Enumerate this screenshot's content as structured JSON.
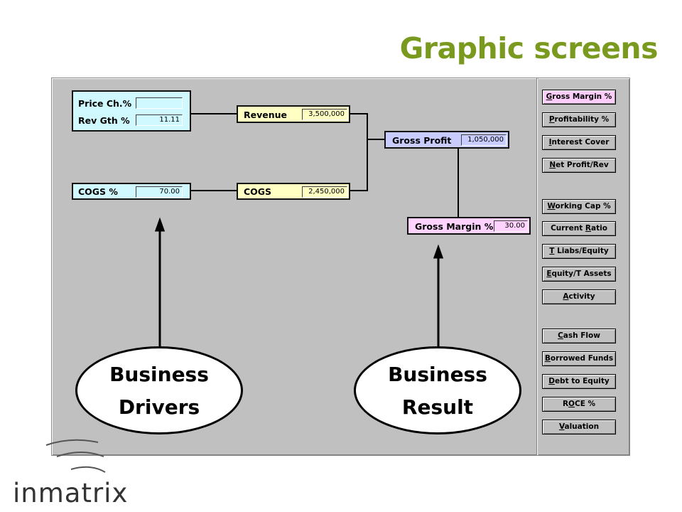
{
  "slide": {
    "title": "Graphic screens",
    "logo_text": "inmatrix"
  },
  "inputs": {
    "price_change": {
      "label": "Price Ch.%",
      "value": ""
    },
    "revenue_growth": {
      "label": "Rev Gth %",
      "value": "11.11"
    },
    "cogs_pct": {
      "label": "COGS %",
      "value": "70.00"
    }
  },
  "outputs": {
    "revenue": {
      "label": "Revenue",
      "value": "3,500,000"
    },
    "cogs": {
      "label": "COGS",
      "value": "2,450,000"
    },
    "gross_profit": {
      "label": "Gross Profit",
      "value": "1,050,000"
    },
    "gross_margin": {
      "label": "Gross Margin %",
      "value": "30.00"
    }
  },
  "buttons": [
    {
      "label": "Gross Margin %",
      "accel": "G",
      "active": true
    },
    {
      "label": "Profitability %",
      "accel": "P"
    },
    {
      "label": "Interest Cover",
      "accel": "I"
    },
    {
      "label": "Net Profit/Rev",
      "accel": "N"
    },
    {
      "label": "Working Cap %",
      "accel": "W"
    },
    {
      "label": "Current Ratio",
      "accel": "R"
    },
    {
      "label": "T Liabs/Equity",
      "accel": "T"
    },
    {
      "label": "Equity/T Assets",
      "accel": "E"
    },
    {
      "label": "Activity",
      "accel": "A"
    },
    {
      "label": "Cash Flow",
      "accel": "C"
    },
    {
      "label": "Borrowed Funds",
      "accel": "B"
    },
    {
      "label": "Debt to Equity",
      "accel": "D"
    },
    {
      "label": "ROCE %",
      "accel": "O"
    },
    {
      "label": "Valuation",
      "accel": "V"
    }
  ],
  "callouts": {
    "drivers": {
      "line1": "Business",
      "line2": "Drivers"
    },
    "result": {
      "line1": "Business",
      "line2": "Result"
    }
  },
  "colors": {
    "title": "#7a9a1f",
    "input_box": "#cff8ff",
    "revenue_box": "#ffffc4",
    "profit_box": "#c8ccff",
    "margin_box": "#ffd2ff"
  }
}
